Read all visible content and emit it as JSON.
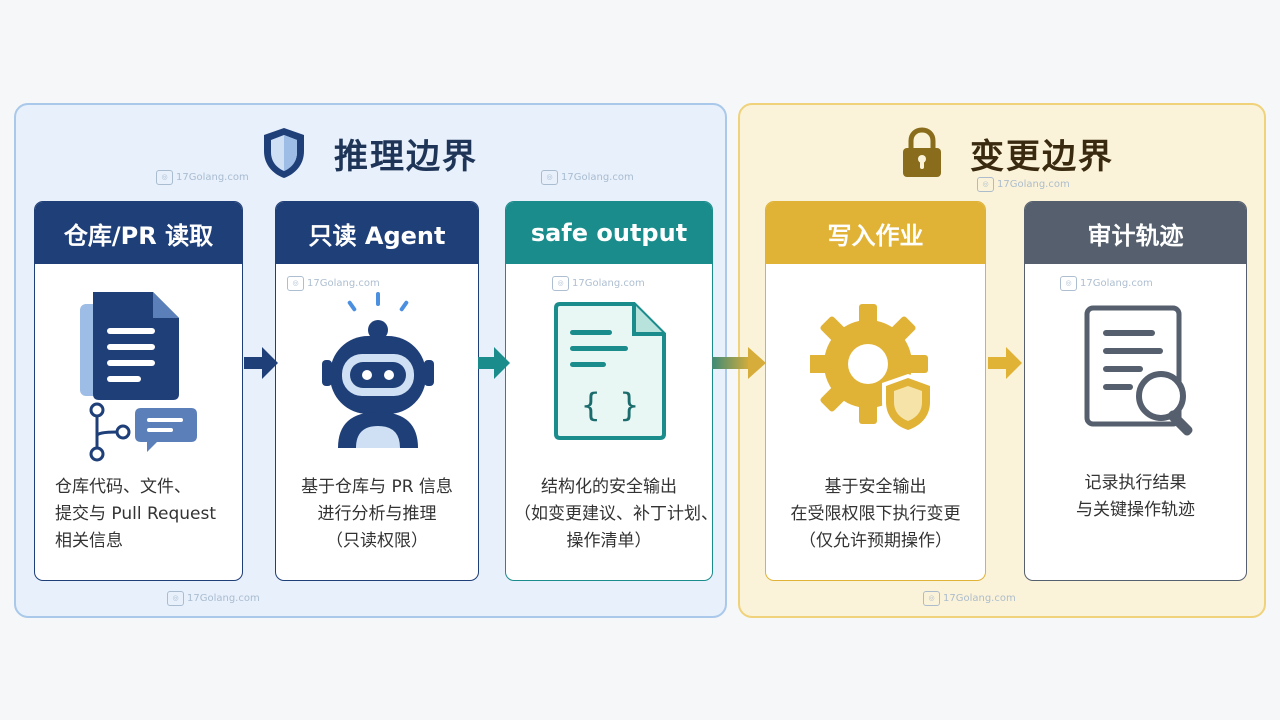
{
  "groups": {
    "reasoning": {
      "title": "推理边界",
      "icon": "shield-icon",
      "color": "#1f3558"
    },
    "change": {
      "title": "变更边界",
      "icon": "lock-icon",
      "color": "#8a6d1c"
    }
  },
  "cards": [
    {
      "title": "仓库/PR 读取",
      "icon": "document-git-chat-icon",
      "desc": [
        "仓库代码、文件、",
        "提交与 Pull Request",
        "相关信息"
      ],
      "color": "#1f3f78"
    },
    {
      "title": "只读 Agent",
      "icon": "robot-icon",
      "desc": [
        "基于仓库与 PR 信息",
        "进行分析与推理",
        "（只读权限）"
      ],
      "color": "#1f3f78"
    },
    {
      "title": "safe output",
      "icon": "code-document-icon",
      "desc": [
        "结构化的安全输出",
        "（如变更建议、补丁计划、",
        "操作清单）"
      ],
      "color": "#1b8c8c"
    },
    {
      "title": "写入作业",
      "icon": "gear-shield-icon",
      "desc": [
        "基于安全输出",
        "在受限权限下执行变更",
        "（仅允许预期操作）"
      ],
      "color": "#e0b236"
    },
    {
      "title": "审计轨迹",
      "icon": "audit-search-icon",
      "desc": [
        "记录执行结果",
        "与关键操作轨迹"
      ],
      "color": "#555f6e"
    }
  ],
  "watermark": "17Golang.com"
}
